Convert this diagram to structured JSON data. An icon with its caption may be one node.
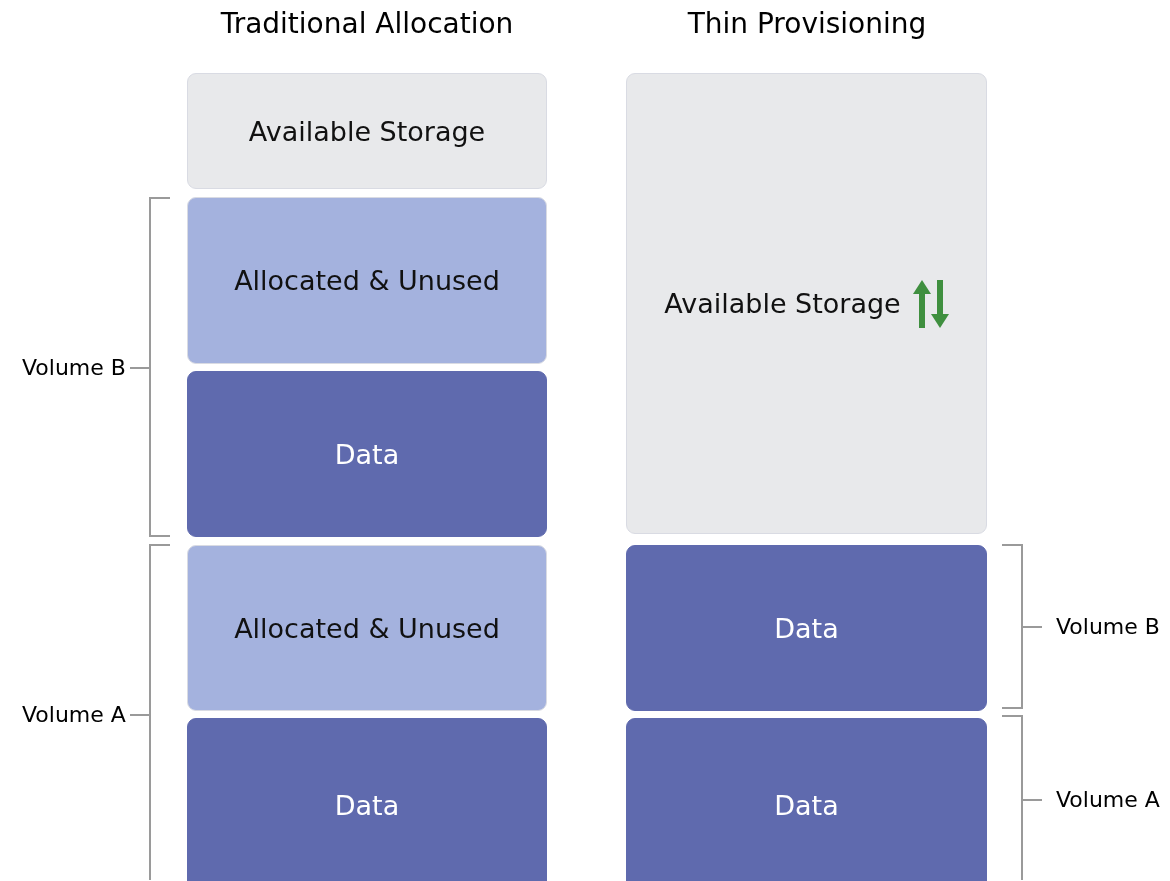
{
  "diagram": {
    "nodes": [
      {
        "text": [
          "Available Storage"
        ]
      },
      {
        "text": [
          "Allocated & Unused"
        ]
      },
      {
        "text": [
          "Data"
        ]
      },
      {
        "text": [
          "Allocated & Unused"
        ]
      },
      {
        "text": [
          "Data"
        ]
      },
      {
        "text": [
          "Available Storage"
        ]
      },
      {
        "text": [
          "Data"
        ]
      },
      {
        "text": [
          "Data"
        ]
      }
    ],
    "edges": [],
    "labels": [
      "Traditional Allocation",
      "Thin Provisioning",
      "Volume B",
      "Volume A",
      "Volume B",
      "Volume A"
    ]
  }
}
